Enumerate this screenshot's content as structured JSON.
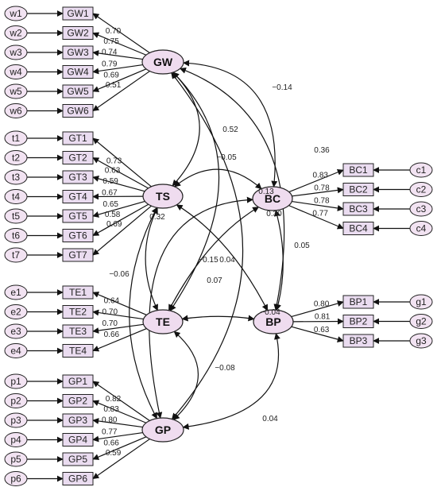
{
  "latents": [
    {
      "id": "GW",
      "label": "GW"
    },
    {
      "id": "TS",
      "label": "TS"
    },
    {
      "id": "BC",
      "label": "BC"
    },
    {
      "id": "TE",
      "label": "TE"
    },
    {
      "id": "BP",
      "label": "BP"
    },
    {
      "id": "GP",
      "label": "GP"
    }
  ],
  "indicators": [
    {
      "latent": "GW",
      "name": "GW1",
      "error": "w1",
      "loading": "0.70"
    },
    {
      "latent": "GW",
      "name": "GW2",
      "error": "w2",
      "loading": "0.75"
    },
    {
      "latent": "GW",
      "name": "GW3",
      "error": "w3",
      "loading": "0.74"
    },
    {
      "latent": "GW",
      "name": "GW4",
      "error": "w4",
      "loading": "0.79"
    },
    {
      "latent": "GW",
      "name": "GW5",
      "error": "w5",
      "loading": "0.69"
    },
    {
      "latent": "GW",
      "name": "GW6",
      "error": "w6",
      "loading": "0.51"
    },
    {
      "latent": "TS",
      "name": "GT1",
      "error": "t1",
      "loading": "0.73"
    },
    {
      "latent": "TS",
      "name": "GT2",
      "error": "t2",
      "loading": "0.63"
    },
    {
      "latent": "TS",
      "name": "GT3",
      "error": "t3",
      "loading": "0.59"
    },
    {
      "latent": "TS",
      "name": "GT4",
      "error": "t4",
      "loading": "0.67"
    },
    {
      "latent": "TS",
      "name": "GT5",
      "error": "t5",
      "loading": "0.65"
    },
    {
      "latent": "TS",
      "name": "GT6",
      "error": "t6",
      "loading": "0.58"
    },
    {
      "latent": "TS",
      "name": "GT7",
      "error": "t7",
      "loading": "0.69"
    },
    {
      "latent": "TE",
      "name": "TE1",
      "error": "e1",
      "loading": "0.64"
    },
    {
      "latent": "TE",
      "name": "TE2",
      "error": "e2",
      "loading": "0.70"
    },
    {
      "latent": "TE",
      "name": "TE3",
      "error": "e3",
      "loading": "0.70"
    },
    {
      "latent": "TE",
      "name": "TE4",
      "error": "e4",
      "loading": "0.66"
    },
    {
      "latent": "GP",
      "name": "GP1",
      "error": "p1",
      "loading": "0.82"
    },
    {
      "latent": "GP",
      "name": "GP2",
      "error": "p2",
      "loading": "0.83"
    },
    {
      "latent": "GP",
      "name": "GP3",
      "error": "p3",
      "loading": "0.80"
    },
    {
      "latent": "GP",
      "name": "GP4",
      "error": "p4",
      "loading": "0.77"
    },
    {
      "latent": "GP",
      "name": "GP5",
      "error": "p5",
      "loading": "0.66"
    },
    {
      "latent": "GP",
      "name": "GP6",
      "error": "p6",
      "loading": "0.59"
    },
    {
      "latent": "BC",
      "name": "BC1",
      "error": "c1",
      "loading": "0.83"
    },
    {
      "latent": "BC",
      "name": "BC2",
      "error": "c2",
      "loading": "0.78"
    },
    {
      "latent": "BC",
      "name": "BC3",
      "error": "c3",
      "loading": "0.78"
    },
    {
      "latent": "BC",
      "name": "BC4",
      "error": "c4",
      "loading": "0.77"
    },
    {
      "latent": "BP",
      "name": "BP1",
      "error": "g1",
      "loading": "0.80"
    },
    {
      "latent": "BP",
      "name": "BP2",
      "error": "g2",
      "loading": "0.81"
    },
    {
      "latent": "BP",
      "name": "BP3",
      "error": "g3",
      "loading": "0.63"
    }
  ],
  "covariances": [
    {
      "from": "GW",
      "to": "TS",
      "value": "0.52"
    },
    {
      "from": "GW",
      "to": "BC",
      "value": "−0.14"
    },
    {
      "from": "GW",
      "to": "BP",
      "value": "0.36"
    },
    {
      "from": "GW",
      "to": "TE",
      "value": "0.04"
    },
    {
      "from": "GW",
      "to": "GP",
      "value": "0.05"
    },
    {
      "from": "TS",
      "to": "BC",
      "value": "−0.05"
    },
    {
      "from": "TS",
      "to": "TE",
      "value": "0.32"
    },
    {
      "from": "TS",
      "to": "BP",
      "value": "0.30"
    },
    {
      "from": "TS",
      "to": "GP",
      "value": "−0.06"
    },
    {
      "from": "BC",
      "to": "TE",
      "value": "−0.15"
    },
    {
      "from": "BC",
      "to": "GP",
      "value": "0.13"
    },
    {
      "from": "BC",
      "to": "BP",
      "value": "0.07"
    },
    {
      "from": "TE",
      "to": "BP",
      "value": "−0.04"
    },
    {
      "from": "TE",
      "to": "GP",
      "value": "−0.08"
    },
    {
      "from": "BP",
      "to": "GP",
      "value": "0.04"
    }
  ]
}
